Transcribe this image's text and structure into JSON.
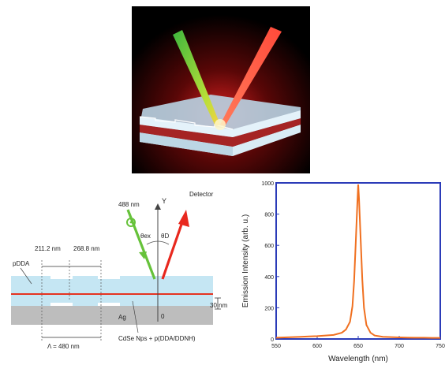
{
  "schematic": {
    "labels": {
      "pdda": "pDDA",
      "width1": "211.2 nm",
      "width2": "268.8 nm",
      "laser": "488 nm",
      "y_axis": "Y",
      "detector": "Detector",
      "theta_ex": "θex",
      "theta_d": "θD",
      "thickness": "30 nm",
      "ag": "Ag",
      "origin": "0",
      "period": "Λ = 480 nm",
      "composite": "CdSe Nps + p(DDA/DDNH)"
    },
    "colors": {
      "laser_green": "#66c23a",
      "laser_red": "#e8281e",
      "layer": "#bfe4f2",
      "ag": "#b9b9b9",
      "emitter": "#e53320"
    }
  },
  "chart_data": {
    "type": "line",
    "xlabel": "Wavelength (nm)",
    "ylabel": "Emission Intensity (arb. u.)",
    "xlim": [
      550,
      750
    ],
    "ylim": [
      0,
      1000
    ],
    "xticks": [
      550,
      600,
      650,
      700,
      750
    ],
    "yticks": [
      0,
      200,
      400,
      600,
      800,
      1000
    ],
    "grid": false,
    "line_color": "#f07020",
    "frame_color": "#2b3bb8",
    "series": [
      {
        "x": [
          550,
          560,
          570,
          580,
          590,
          600,
          610,
          620,
          630,
          635,
          640,
          643,
          645,
          647,
          649,
          650,
          651,
          653,
          655,
          657,
          660,
          665,
          670,
          680,
          690,
          700,
          710,
          720,
          730,
          740,
          750
        ],
        "y": [
          8,
          10,
          12,
          14,
          16,
          18,
          22,
          26,
          40,
          60,
          110,
          210,
          370,
          620,
          880,
          990,
          900,
          640,
          380,
          200,
          90,
          40,
          22,
          14,
          12,
          10,
          9,
          8,
          8,
          7,
          7
        ]
      }
    ]
  }
}
